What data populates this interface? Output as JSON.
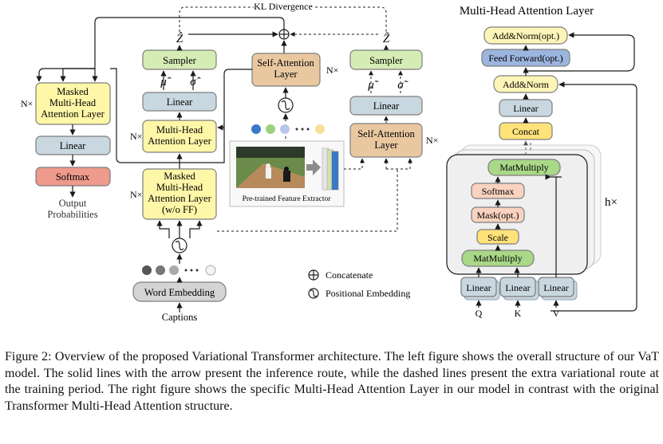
{
  "colors": {
    "yellow": "#FFF7A8",
    "green": "#D5ECB5",
    "blue_gray": "#C9D7E0",
    "tan": "#E9C8A0",
    "salmon": "#EE9A8C",
    "gray": "#D4D4D4",
    "light_gray": "#EFEFEF",
    "mid_green": "#A9D888",
    "peach": "#F9D3C0",
    "gold": "#FFE27A",
    "ff_blue": "#9CB5DE",
    "add_yellow": "#FDF5B8"
  },
  "left": {
    "kl_divergence": "KL Divergence",
    "z_hat": "Ẑ",
    "z_tilde": "Z̃",
    "concat_symbol": "⊕",
    "n_times": "N×",
    "decoder": {
      "masked_mha": "Masked\nMulti-Head\nAttention Layer",
      "linear": "Linear",
      "softmax": "Softmax",
      "output": "Output\nProbabilities"
    },
    "posterior": {
      "sampler": "Sampler",
      "mu": "μ̂",
      "sigma": "σ̂",
      "linear": "Linear",
      "mha": "Multi-Head\nAttention Layer",
      "masked_mha_wo_ff": "Masked\nMulti-Head\nAttention Layer\n(w/o FF)"
    },
    "video": {
      "self_attention": "Self-Attention\nLayer",
      "extractor": "Pre-trained Feature Extractor"
    },
    "prior": {
      "sampler": "Sampler",
      "mu": "μ̃",
      "sigma": "σ̃",
      "linear": "Linear",
      "self_attention": "Self-Attention\nLayer"
    },
    "word_embedding": "Word Embedding",
    "captions": "Captions",
    "legend": {
      "concatenate": "Concatenate",
      "positional": "Positional Embedding"
    }
  },
  "right": {
    "title": "Multi-Head Attention Layer",
    "add_norm_opt": "Add&Norm(opt.)",
    "feed_forward": "Feed Forward(opt.)",
    "add_norm": "Add&Norm",
    "linear": "Linear",
    "concat": "Concat",
    "matmul_top": "MatMultiply",
    "softmax": "Softmax",
    "mask": "Mask(opt.)",
    "scale": "Scale",
    "matmul_bottom": "MatMultiply",
    "h_times": "h×",
    "lin_q": "Linear",
    "lin_k": "Linear",
    "lin_v": "Linear",
    "q": "Q",
    "k": "K",
    "v": "V"
  },
  "caption": {
    "line1": "Figure 2: Overview of the proposed Variational Transformer architecture. The left figure shows",
    "line2": "the overall structure of our VaT model. The solid lines with the arrow present the inference route,",
    "line3": "while the dashed lines present the extra variational route at the training period. The right figure",
    "line4": "shows the specific Multi-Head Attention Layer in our model in contrast with the original Transformer",
    "line5": "Multi-Head Attention structure."
  }
}
